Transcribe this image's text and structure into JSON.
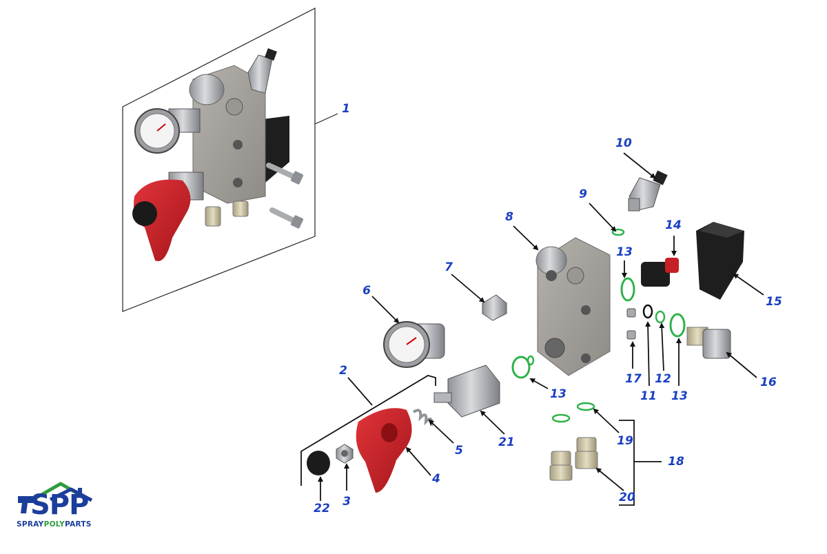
{
  "colors": {
    "callout_text": "#1a3fc2",
    "oring": "#2fb24a",
    "knob_red": "#c62026",
    "steel": "#b9bcc0",
    "brass": "#cfc7a6",
    "black_part": "#1e1e1e",
    "logo_blue": "#1c3e9b",
    "logo_green": "#2f9b3e"
  },
  "callouts": [
    {
      "id": "c1",
      "label": "1"
    },
    {
      "id": "c2",
      "label": "2"
    },
    {
      "id": "c3",
      "label": "3"
    },
    {
      "id": "c4",
      "label": "4"
    },
    {
      "id": "c5",
      "label": "5"
    },
    {
      "id": "c6",
      "label": "6"
    },
    {
      "id": "c7",
      "label": "7"
    },
    {
      "id": "c8",
      "label": "8"
    },
    {
      "id": "c9",
      "label": "9"
    },
    {
      "id": "c10",
      "label": "10"
    },
    {
      "id": "c11",
      "label": "11"
    },
    {
      "id": "c12",
      "label": "12"
    },
    {
      "id": "c13a",
      "label": "13"
    },
    {
      "id": "c13b",
      "label": "13"
    },
    {
      "id": "c13c",
      "label": "13"
    },
    {
      "id": "c14",
      "label": "14"
    },
    {
      "id": "c15",
      "label": "15"
    },
    {
      "id": "c16",
      "label": "16"
    },
    {
      "id": "c17",
      "label": "17"
    },
    {
      "id": "c18",
      "label": "18"
    },
    {
      "id": "c19",
      "label": "19"
    },
    {
      "id": "c20",
      "label": "20"
    },
    {
      "id": "c21",
      "label": "21"
    },
    {
      "id": "c22",
      "label": "22"
    }
  ],
  "logo": {
    "mark": "SPP",
    "name_part1": "SPRAY",
    "name_part2": "POLY",
    "name_part3": "PARTS",
    "icon": "house-roof-spray-gun-icon"
  }
}
